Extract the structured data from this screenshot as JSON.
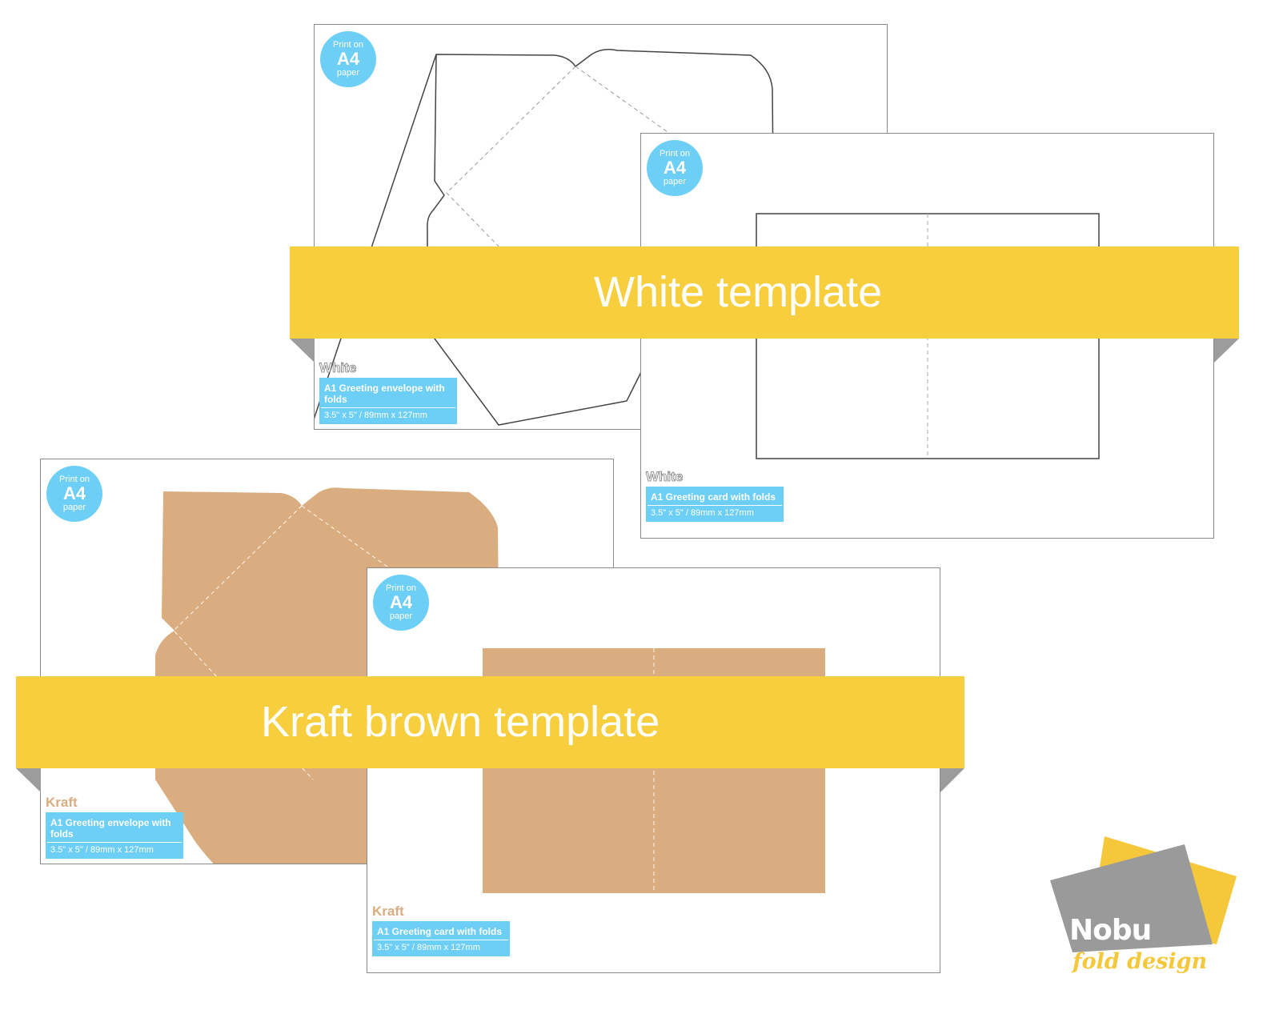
{
  "badge": {
    "line1": "Print on",
    "line2": "A4",
    "line3": "paper"
  },
  "sheets": {
    "white_envelope": {
      "color_label": "White",
      "title": "A1 Greeting envelope with folds",
      "dims": "3.5\" x 5\" / 89mm x 127mm"
    },
    "white_card": {
      "color_label": "White",
      "title": "A1 Greeting card with folds",
      "dims": "3.5\" x 5\" / 89mm x 127mm"
    },
    "kraft_envelope": {
      "color_label": "Kraft",
      "title": "A1 Greeting envelope with folds",
      "dims": "3.5\" x 5\" / 89mm x 127mm"
    },
    "kraft_card": {
      "color_label": "Kraft",
      "title": "A1 Greeting card with folds",
      "dims": "3.5\" x 5\" / 89mm x 127mm"
    }
  },
  "ribbons": {
    "white": "White template",
    "kraft": "Kraft brown template"
  },
  "logo": {
    "name": "Nobu",
    "tagline": "fold design"
  },
  "colors": {
    "ribbon": "#f7cf3e",
    "badge": "#6ecff6",
    "kraft": "#d9ad80",
    "fold_shadow": "#9c9c9c"
  }
}
